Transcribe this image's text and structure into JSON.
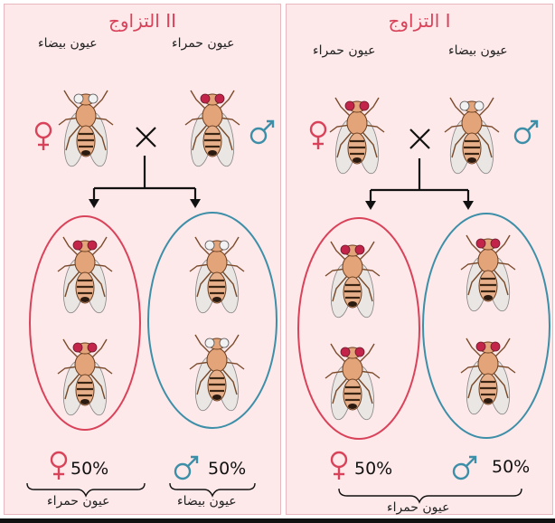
{
  "panels": [
    {
      "title": "التزاوج II",
      "parent_left_label": "عيون بيضاء",
      "parent_right_label": "عيون حمراء",
      "offspring_left_pct": "50%",
      "offspring_right_pct": "50%",
      "offspring_left_label": "عيون حمراء",
      "offspring_right_label": "عيون بيضاء"
    },
    {
      "title": "التزاوج I",
      "parent_left_label": "عيون حمراء",
      "parent_right_label": "عيون بيضاء",
      "offspring_left_pct": "50%",
      "offspring_right_pct": "50%",
      "offspring_combined_label": "عيون حمراء"
    }
  ],
  "symbols": {
    "cross": "×",
    "female": "♀",
    "male": "♂"
  },
  "colors": {
    "female": "#d9435a",
    "male": "#3d8fa8",
    "title": "#d9435a",
    "background": "#fde8ea",
    "red_eye": "#c2244a",
    "white_eye": "#f2f2f2"
  }
}
